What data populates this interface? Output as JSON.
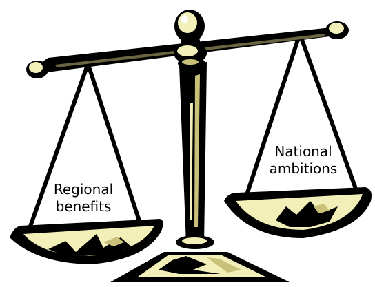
{
  "left_pan": {
    "label_line1": "Regional",
    "label_line2": "benefits"
  },
  "right_pan": {
    "label_line1": "National",
    "label_line2": "ambitions"
  },
  "colors": {
    "ink": "#000000",
    "brass": "#f3efb8",
    "brass_shade": "#c9c07a",
    "background": "#ffffff"
  }
}
